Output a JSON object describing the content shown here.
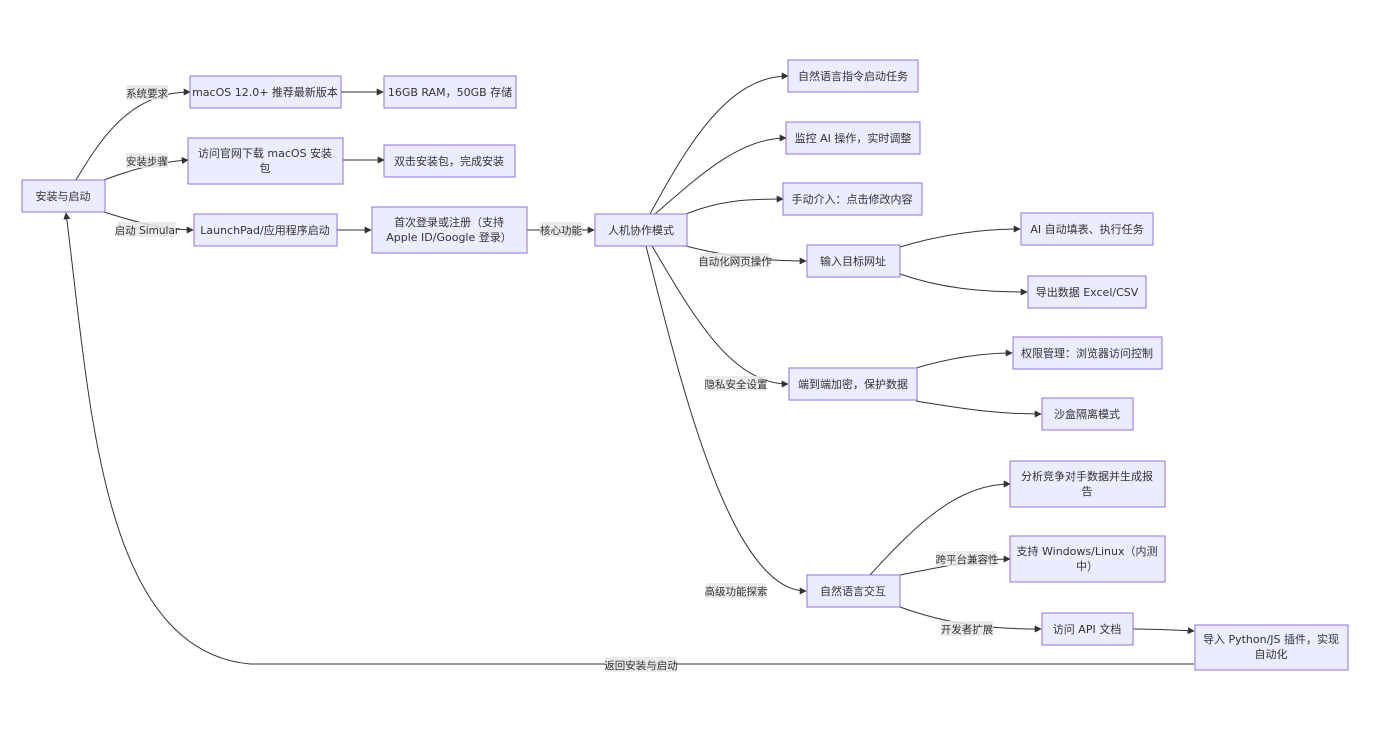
{
  "nodes": {
    "install": "安装与启动",
    "macos_req": "macOS 12.0+ 推荐最新版本",
    "hw_req": "16GB RAM，50GB 存储",
    "visit_site_1": "访问官网下载 macOS 安装",
    "visit_site_2": "包",
    "double_click": "双击安装包，完成安装",
    "launchpad": "LaunchPad/应用程序启动",
    "first_login_1": "首次登录或注册（支持",
    "first_login_2": "Apple ID/Google 登录）",
    "collab": "人机协作模式",
    "nl_start": "自然语言指令启动任务",
    "monitor_ai": "监控 AI 操作，实时调整",
    "manual": "手动介入：点击修改内容",
    "input_url": "输入目标网址",
    "ai_fill": "AI 自动填表、执行任务",
    "export": "导出数据 Excel/CSV",
    "e2e": "端到端加密，保护数据",
    "perm": "权限管理：浏览器访问控制",
    "sandbox": "沙盒隔离模式",
    "nl_interact": "自然语言交互",
    "analyze_1": "分析竞争对手数据并生成报",
    "analyze_2": "告",
    "support_1": "支持 Windows/Linux（内测",
    "support_2": "中）",
    "api_docs": "访问 API 文档",
    "import_1": "导入 Python/JS 插件，实现",
    "import_2": "自动化"
  },
  "edge_labels": {
    "sys_req": "系统要求",
    "install_steps": "安装步骤",
    "launch": "启动 Simular",
    "core": "核心功能",
    "web_auto": "自动化网页操作",
    "privacy": "隐私安全设置",
    "advanced": "高级功能探索",
    "cross": "跨平台兼容性",
    "dev_ext": "开发者扩展",
    "back": "返回安装与启动"
  },
  "colors": {
    "node_fill": "#ececff",
    "node_stroke": "#9370db",
    "edge": "#333333",
    "label_bg": "#e8e8e8"
  }
}
